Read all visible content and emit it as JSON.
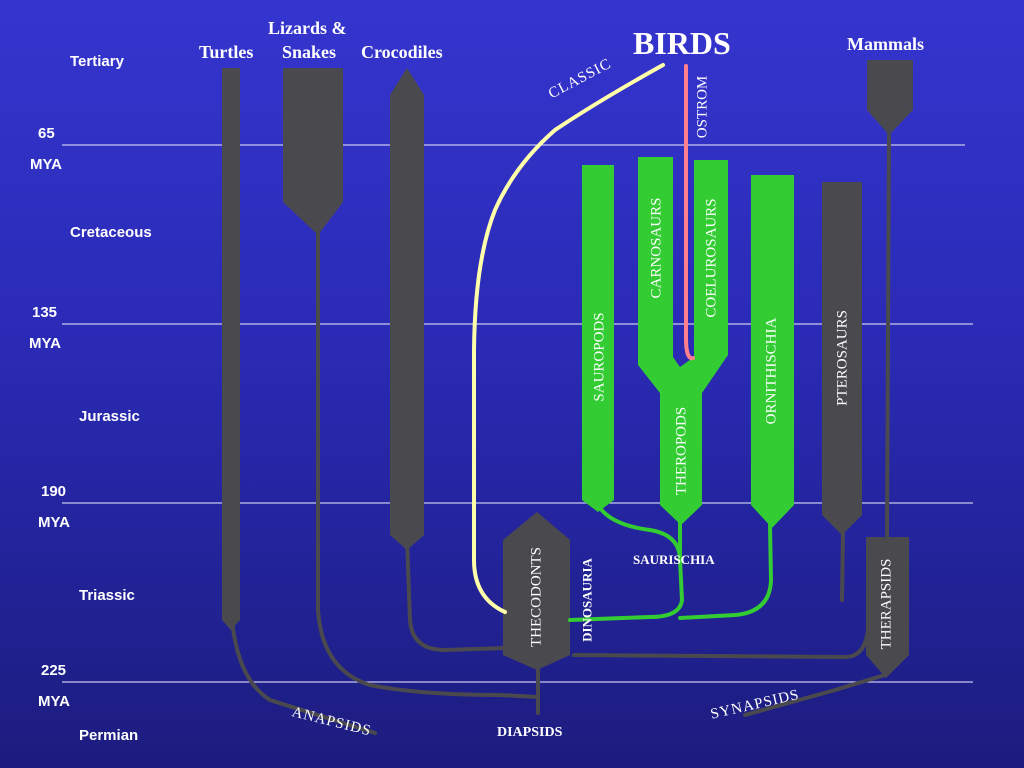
{
  "periods": {
    "tertiary": "Tertiary",
    "cretaceous": "Cretaceous",
    "jurassic": "Jurassic",
    "triassic": "Triassic",
    "permian": "Permian"
  },
  "boundaries": [
    {
      "value": "65",
      "unit": "MYA"
    },
    {
      "value": "135",
      "unit": "MYA"
    },
    {
      "value": "190",
      "unit": "MYA"
    },
    {
      "value": "225",
      "unit": "MYA"
    }
  ],
  "headings": {
    "turtles": "Turtles",
    "lizards_line1": "Lizards &",
    "lizards_line2": "Snakes",
    "crocodiles": "Crocodiles",
    "birds": "BIRDS",
    "mammals": "Mammals"
  },
  "groups": {
    "sauropods": "SAUROPODS",
    "carnosaurs": "CARNOSAURS",
    "coelurosaurs": "COELUROSAURS",
    "theropods": "THEROPODS",
    "ornithischia": "ORNITHISCHIA",
    "pterosaurs": "PTEROSAURS",
    "thecodonts": "THECODONTS",
    "dinosauria": "DINOSAURIA",
    "saurischia": "SAURISCHIA",
    "therapsids": "THERAPSIDS",
    "diapsids": "DIAPSIDS",
    "anapsids": "ANAPSIDS",
    "synapsids": "SYNAPSIDS",
    "classic": "CLASSIC",
    "ostrom": "OSTROM"
  },
  "colors": {
    "background_top": "#3535cf",
    "background_bottom": "#1c1c7e",
    "lineage_gray": "#4a4a4e",
    "dinosaur_green": "#33cc33",
    "classic_path": "#ffffaa",
    "ostrom_path": "#ff7f8f",
    "divider": "#c8c8ee"
  }
}
